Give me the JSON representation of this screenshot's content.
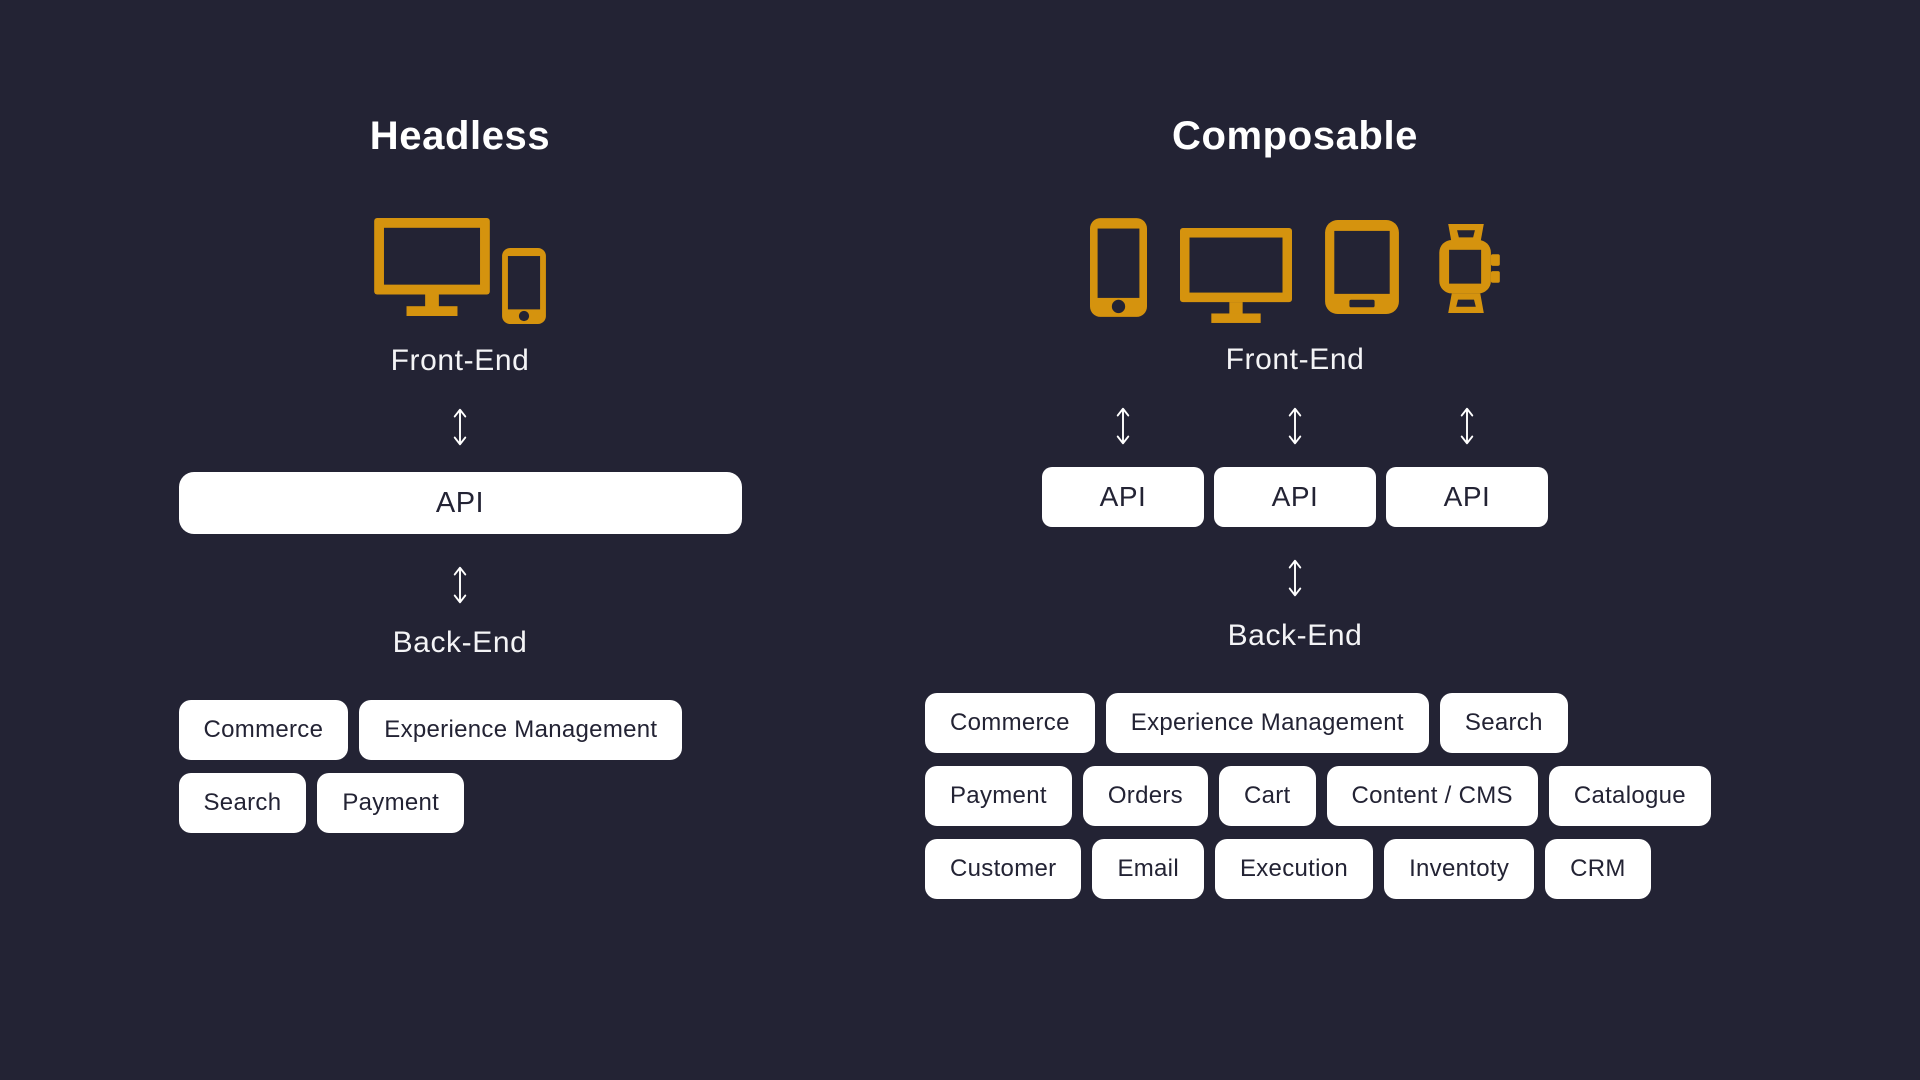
{
  "colors": {
    "background": "#232334",
    "accent": "#D5930E",
    "panel": "#FFFFFF",
    "panel_text": "#232334",
    "text": "#FFFFFF"
  },
  "icons": {
    "arrow": "vertical-double-arrow-icon"
  },
  "headless": {
    "title": "Headless",
    "devices": [
      "monitor-icon",
      "smartphone-icon"
    ],
    "front_end_label": "Front-End",
    "api_label": "API",
    "back_end_label": "Back-End",
    "service_rows": [
      [
        "Commerce",
        "Experience Management"
      ],
      [
        "Search",
        "Payment"
      ]
    ]
  },
  "composable": {
    "title": "Composable",
    "devices": [
      "smartphone-icon",
      "monitor-icon",
      "tablet-icon",
      "smartwatch-icon"
    ],
    "front_end_label": "Front-End",
    "api_labels": [
      "API",
      "API",
      "API"
    ],
    "back_end_label": "Back-End",
    "service_rows": [
      [
        "Commerce",
        "Experience Management",
        "Search"
      ],
      [
        "Payment",
        "Orders",
        "Cart",
        "Content / CMS",
        "Catalogue"
      ],
      [
        "Customer",
        "Email",
        "Execution",
        "Inventoty",
        "CRM"
      ]
    ]
  }
}
